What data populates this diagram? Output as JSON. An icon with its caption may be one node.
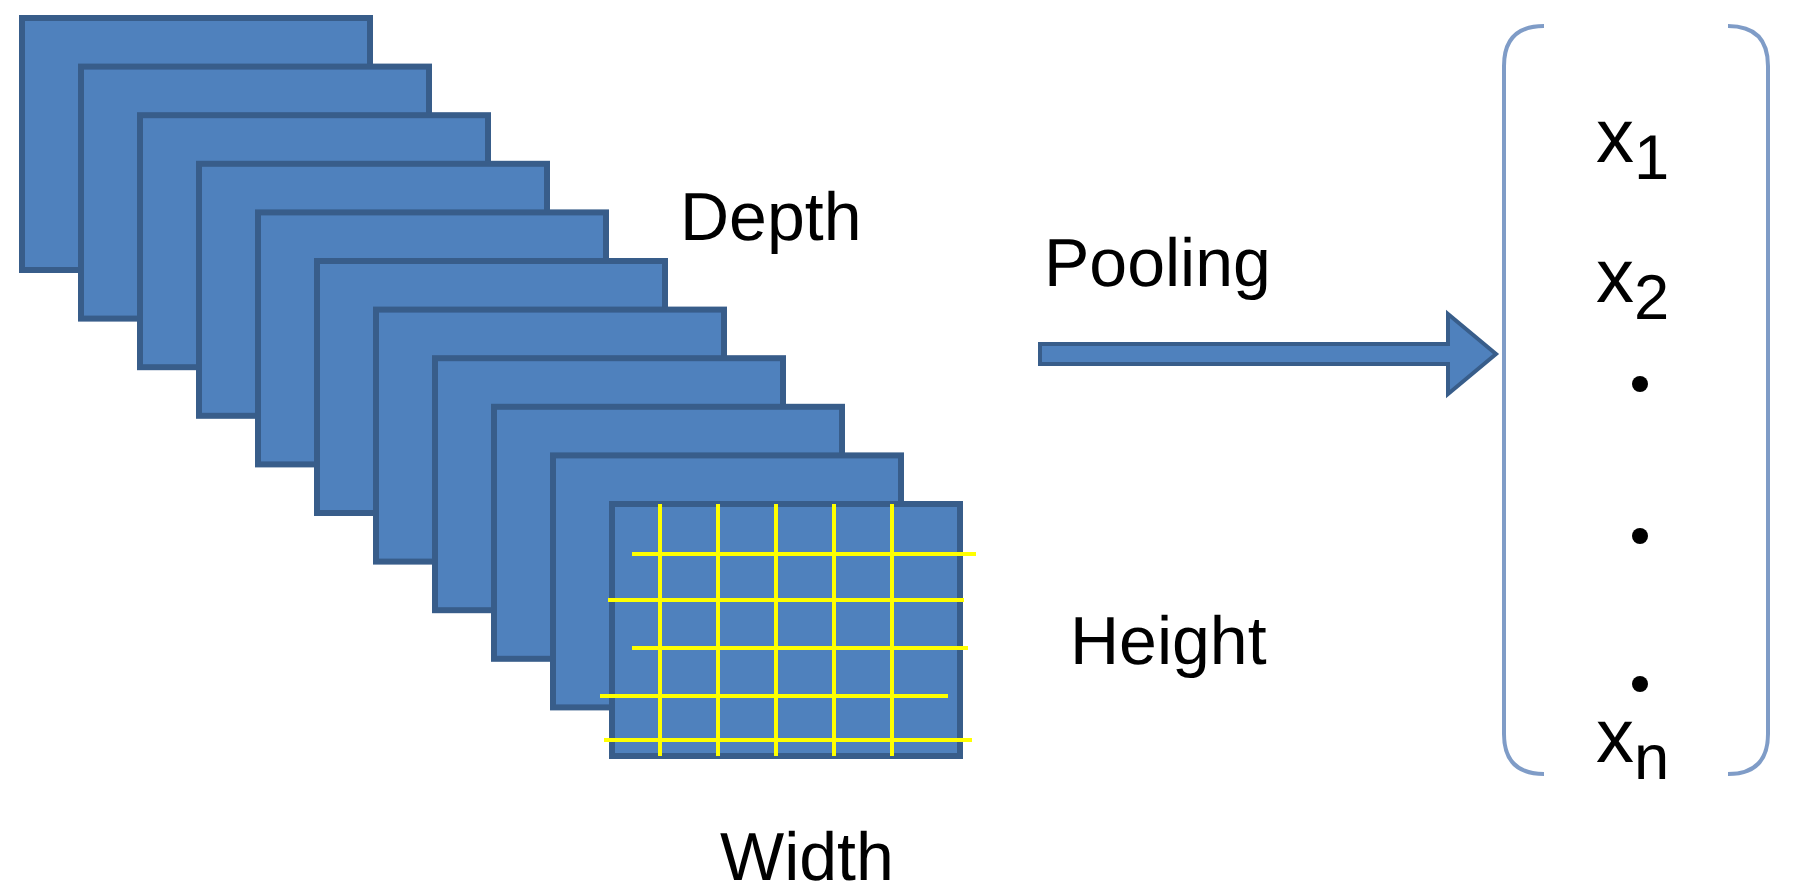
{
  "diagram": {
    "nodes": [
      {
        "text": [],
        "shape": "box"
      },
      {
        "text": [
          "x$_{1}$",
          "x$_{2}$",
          "x$_{n}$"
        ]
      }
    ],
    "edges": [
      {
        "from": 0,
        "to": 1,
        "arrow": "to",
        "label": "Pooling"
      }
    ],
    "labels": [
      "Depth",
      "Height",
      "Width"
    ]
  }
}
